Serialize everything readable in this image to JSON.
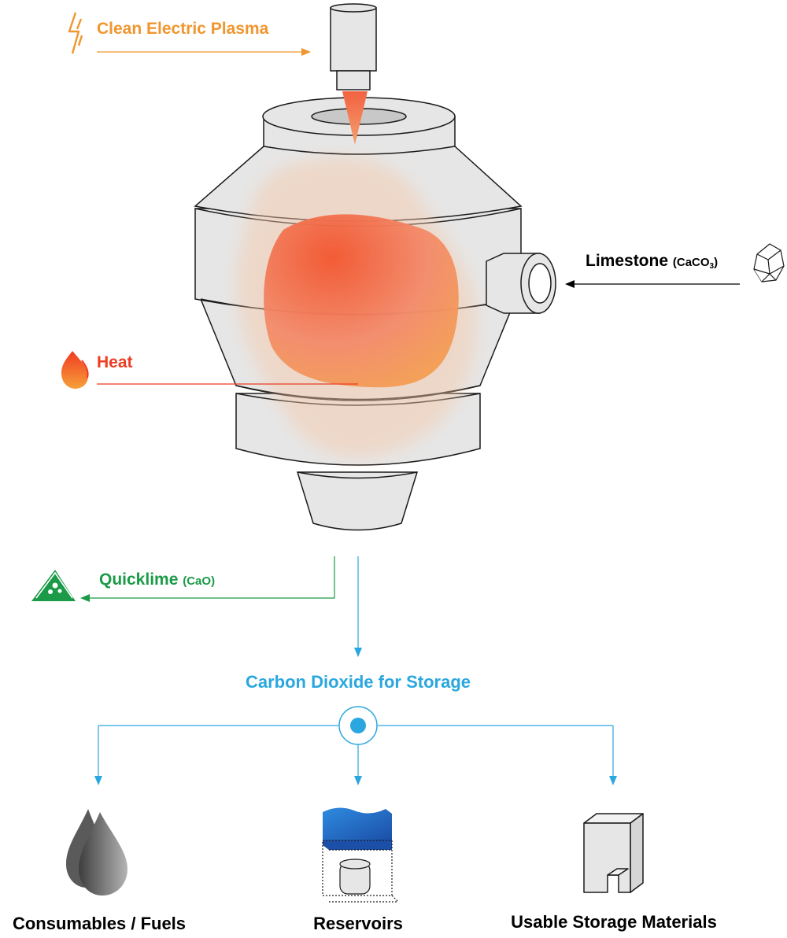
{
  "colors": {
    "plasma": "#F0962E",
    "heat": "#EC3C22",
    "limestone": "#000000",
    "quicklime": "#1B9A47",
    "co2": "#2AA7DF",
    "reactor_fill": "#E6E6E6",
    "reactor_stroke": "#1A1A1A"
  },
  "inputs": {
    "plasma": {
      "label": "Clean Electric Plasma",
      "icon": "lightning-bolt-icon"
    },
    "heat": {
      "label": "Heat",
      "icon": "flame-icon"
    },
    "limestone": {
      "label": "Limestone",
      "formula_prefix": "(CaCO",
      "formula_subscript": "3",
      "formula_suffix": ")",
      "icon": "rock-icon"
    }
  },
  "outputs": {
    "quicklime": {
      "label": "Quicklime",
      "formula": "(CaO)",
      "icon": "quicklime-wedge-icon"
    },
    "co2": {
      "label": "Carbon Dioxide for Storage",
      "icon": "target-node-icon"
    }
  },
  "destinations": [
    {
      "label": "Consumables / Fuels",
      "icon": "fuel-drops-icon"
    },
    {
      "label": "Reservoirs",
      "icon": "reservoir-icon"
    },
    {
      "label": "Usable Storage Materials",
      "icon": "storage-block-icon"
    }
  ]
}
